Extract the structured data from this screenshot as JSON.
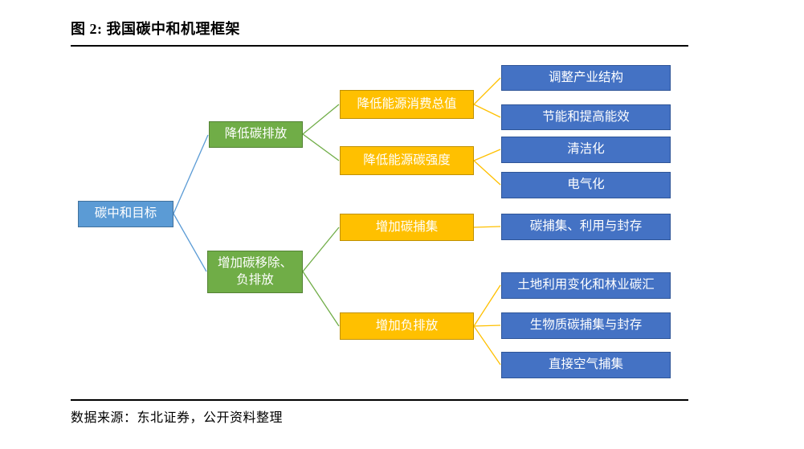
{
  "figure": {
    "title": "图 2: 我国碳中和机理框架",
    "source_note": "数据来源：东北证券，公开资料整理"
  },
  "colors": {
    "root_fill": "#5b9bd5",
    "root_border": "#41719c",
    "branch_fill": "#70ad47",
    "branch_border": "#548235",
    "sub_fill": "#ffc000",
    "sub_border": "#bf9000",
    "leaf_fill": "#4472c4",
    "leaf_border": "#2f5597",
    "node_text": "#ffffff",
    "wire_blue": "#5b9bd5",
    "wire_green": "#70ad47",
    "wire_yellow": "#ffc000"
  },
  "diagram": {
    "nodes": {
      "goal": "碳中和目标",
      "reduce_emission": "降低碳排放",
      "increase_removal": "增加碳移除、\n负排放",
      "reduce_energy_consumption": "降低能源消费总值",
      "reduce_carbon_intensity": "降低能源碳强度",
      "increase_capture": "增加碳捕集",
      "increase_negative_emission": "增加负排放",
      "adjust_industry_structure": "调整产业结构",
      "energy_saving_efficiency": "节能和提高能效",
      "cleanization": "清洁化",
      "electrification": "电气化",
      "ccus": "碳捕集、利用与封存",
      "land_use_forestry_sink": "土地利用变化和林业碳汇",
      "biomass_capture_storage": "生物质碳捕集与封存",
      "direct_air_capture": "直接空气捕集"
    },
    "edges": [
      [
        "goal",
        "reduce_emission"
      ],
      [
        "goal",
        "increase_removal"
      ],
      [
        "reduce_emission",
        "reduce_energy_consumption"
      ],
      [
        "reduce_emission",
        "reduce_carbon_intensity"
      ],
      [
        "increase_removal",
        "increase_capture"
      ],
      [
        "increase_removal",
        "increase_negative_emission"
      ],
      [
        "reduce_energy_consumption",
        "adjust_industry_structure"
      ],
      [
        "reduce_energy_consumption",
        "energy_saving_efficiency"
      ],
      [
        "reduce_carbon_intensity",
        "cleanization"
      ],
      [
        "reduce_carbon_intensity",
        "electrification"
      ],
      [
        "increase_capture",
        "ccus"
      ],
      [
        "increase_negative_emission",
        "land_use_forestry_sink"
      ],
      [
        "increase_negative_emission",
        "biomass_capture_storage"
      ],
      [
        "increase_negative_emission",
        "direct_air_capture"
      ]
    ]
  }
}
